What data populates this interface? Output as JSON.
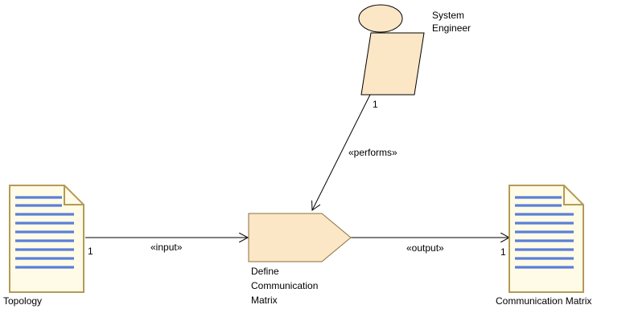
{
  "diagram": {
    "colors": {
      "fill": "#fbe6c6",
      "stroke": "#8b6f3e",
      "doc_stroke": "#b59a55",
      "doc_fill": "#fffbe6",
      "doc_lines": "#5b7fd8",
      "line": "#000000"
    },
    "actor": {
      "name_line1": "System",
      "name_line2": "Engineer",
      "icon": "actor-icon"
    },
    "task": {
      "name_line1": "Define",
      "name_line2": "Communication",
      "name_line3": "Matrix",
      "icon": "task-definition-icon"
    },
    "input_artifact": {
      "name": "Topology",
      "icon": "document-icon"
    },
    "output_artifact": {
      "name": "Communication Matrix",
      "icon": "document-icon"
    },
    "connections": {
      "performs": {
        "stereotype": "«performs»",
        "multiplicity": "1"
      },
      "input": {
        "stereotype": "«input»",
        "multiplicity": "1"
      },
      "output": {
        "stereotype": "«output»",
        "multiplicity": "1"
      }
    }
  }
}
